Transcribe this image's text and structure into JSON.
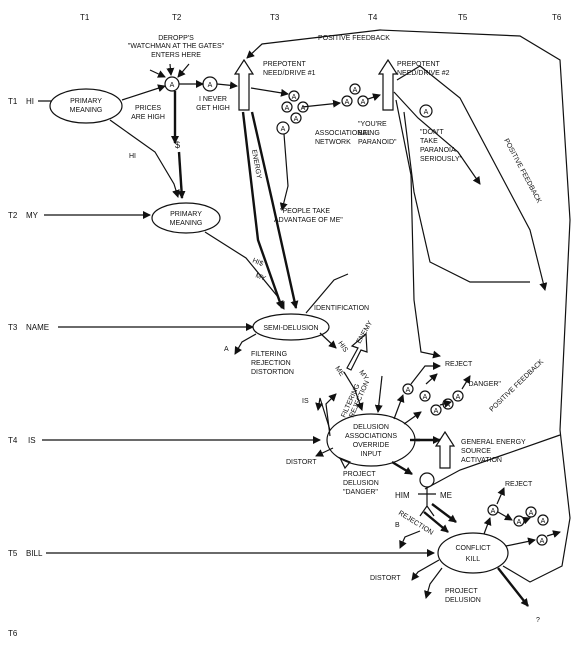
{
  "time_labels": [
    "T1",
    "T2",
    "T3",
    "T4",
    "T5",
    "T6"
  ],
  "row_labels": [
    "T1",
    "T2",
    "T3",
    "T4",
    "T5",
    "T6"
  ],
  "inputs": {
    "hi": "HI",
    "my": "MY",
    "name": "NAME",
    "is": "IS",
    "bill": "BILL"
  },
  "nodes": {
    "primary_meaning_1": [
      "PRIMARY",
      "MEANING"
    ],
    "primary_meaning_2": [
      "PRIMARY",
      "MEANING"
    ],
    "semi_delusion": "SEMI-DELUSION",
    "delusion_associations": [
      "DELUSION",
      "ASSOCIATIONS",
      "OVERRIDE",
      "INPUT"
    ],
    "conflict_kill": [
      "CONFLICT",
      "KILL"
    ]
  },
  "annotations": {
    "deropp": [
      "DEROPP'S",
      "\"WATCHMAN AT THE GATES\"",
      "ENTERS HERE"
    ],
    "prices_are_high": [
      "PRICES",
      "ARE HIGH"
    ],
    "i_never_get_high": [
      "I NEVER",
      "GET HIGH"
    ],
    "prepotent_1": [
      "PREPOTENT",
      "NEED/DRIVE #1"
    ],
    "prepotent_2": [
      "PREPOTENT",
      "NEED/DRIVE #2"
    ],
    "positive_feedback_top": "POSITIVE FEEDBACK",
    "positive_feedback_right": "POSITIVE FEEDBACK",
    "positive_feedback_lower": "POSITIVE FEEDBACK",
    "associational_network": [
      "ASSOCIATIONAL",
      "NETWORK"
    ],
    "youre_being_paranoid": [
      "\"YOU'RE",
      "BEING",
      "PARANOID\""
    ],
    "dont_take_paranoia": [
      "\"DON'T",
      "TAKE",
      "PARANOIA",
      "SERIOUSLY\""
    ],
    "people_take_advantage": [
      "\"PEOPLE TAKE",
      "ADVANTAGE OF ME\""
    ],
    "energy": "ENERGY",
    "hi_label": "HI",
    "dollar": "$",
    "hi_dollar": "HI$",
    "my_small": "MY",
    "identification": "IDENTIFICATION",
    "filtering_rejection_distortion": [
      "FILTERING",
      "REJECTION",
      "DISTORTION"
    ],
    "a_small": "A",
    "enemy": "ENEMY",
    "his": "HIS",
    "my_arrow": "MY",
    "me_arrow": "ME",
    "filtering_rejection_diag": [
      "FILTERING",
      "REJECTION"
    ],
    "reject_1": "REJECT",
    "reject_2": "REJECT",
    "danger_quote": "\"DANGER\"",
    "is_small": "IS",
    "distort_1": "DISTORT",
    "distort_2": "DISTORT",
    "project_delusion_danger": [
      "PROJECT",
      "DELUSION",
      "\"DANGER\""
    ],
    "general_energy": [
      "GENERAL ENERGY",
      "SOURCE",
      "ACTIVATION"
    ],
    "him": "HIM",
    "me": "ME",
    "rejection": "REJECTION",
    "b_small": "B",
    "project_delusion": [
      "PROJECT",
      "DELUSION"
    ],
    "question": "?"
  },
  "node_letter": "A"
}
